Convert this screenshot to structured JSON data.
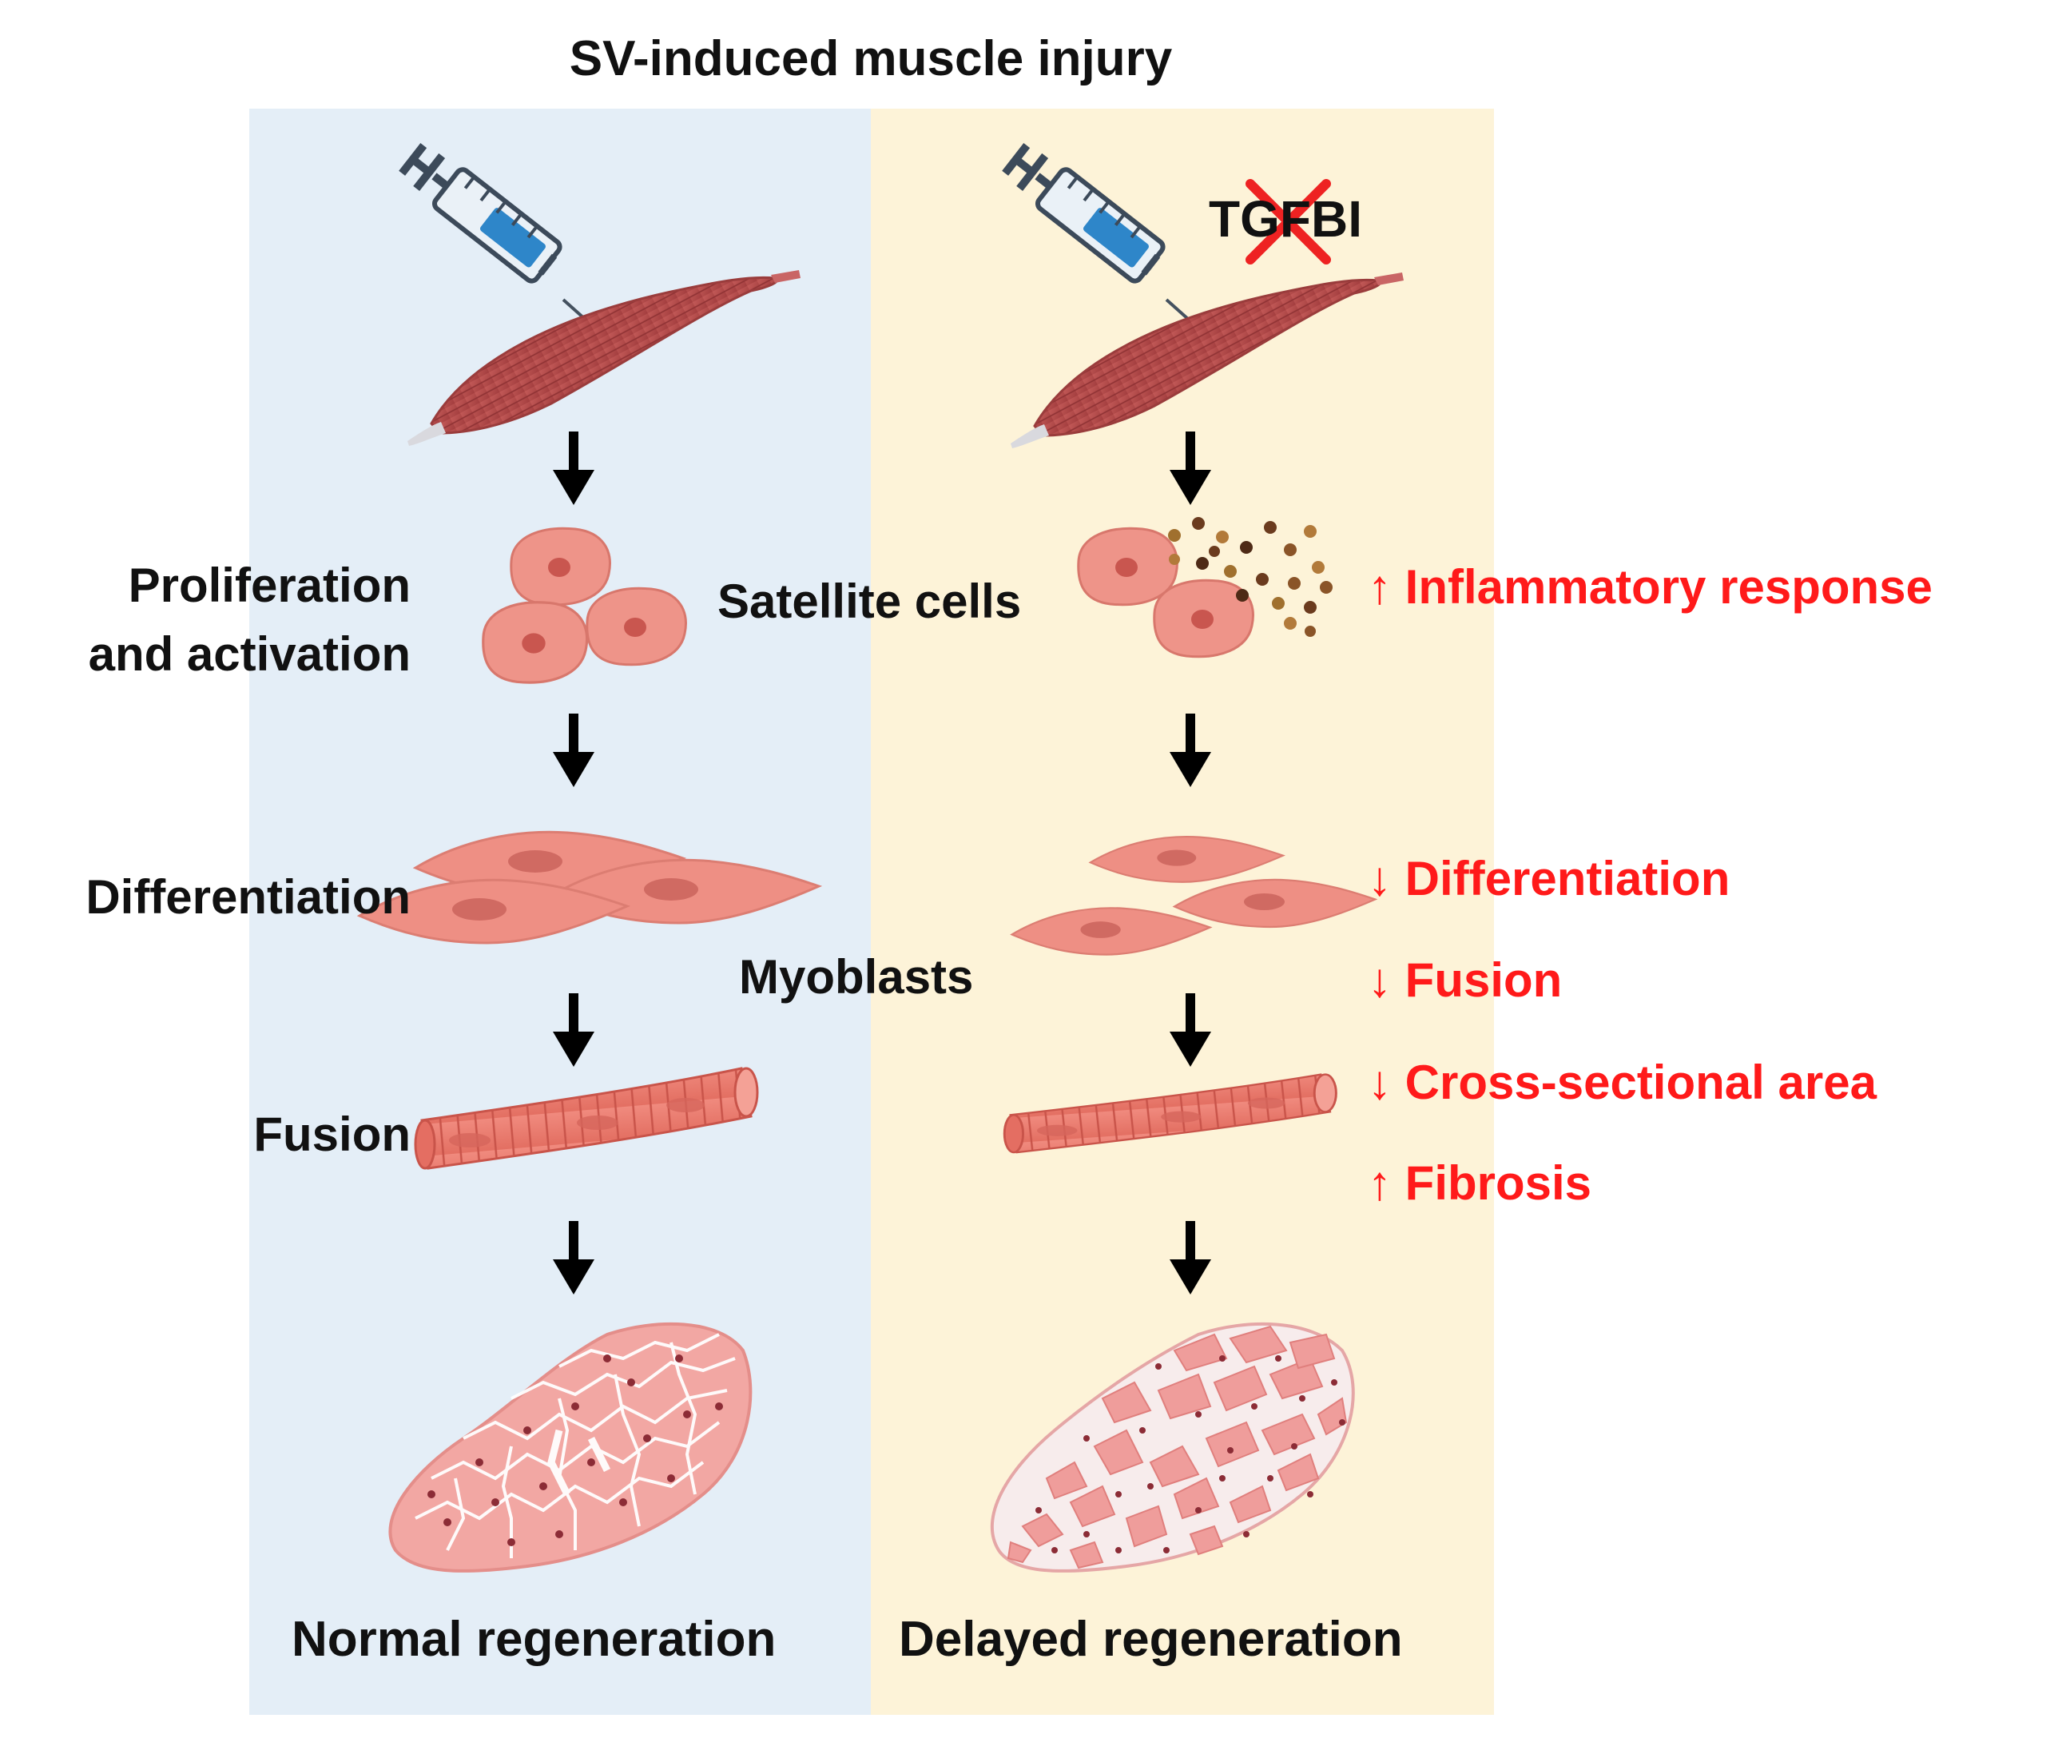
{
  "title": "SV-induced muscle injury",
  "knockout_gene": "TGFBI",
  "stage_labels": {
    "proliferation_line1": "Proliferation",
    "proliferation_line2": "and activation",
    "differentiation": "Differentiation",
    "fusion": "Fusion"
  },
  "cell_labels": {
    "satellite_cells": "Satellite cells",
    "myoblasts": "Myoblasts"
  },
  "outcomes": {
    "normal": "Normal regeneration",
    "delayed": "Delayed regeneration"
  },
  "effects": [
    {
      "direction": "up",
      "arrow": "↑",
      "label": "Inflammatory response"
    },
    {
      "direction": "down",
      "arrow": "↓",
      "label": "Differentiation"
    },
    {
      "direction": "down",
      "arrow": "↓",
      "label": "Fusion"
    },
    {
      "direction": "down",
      "arrow": "↓",
      "label": "Cross-sectional area"
    },
    {
      "direction": "up",
      "arrow": "↑",
      "label": "Fibrosis"
    }
  ],
  "colors": {
    "left_panel": "#e4eef7",
    "right_panel": "#fdf3d8",
    "muscle": "#b54a4a",
    "cell": "#eb8f84",
    "effect_text": "#ff1a1a"
  }
}
